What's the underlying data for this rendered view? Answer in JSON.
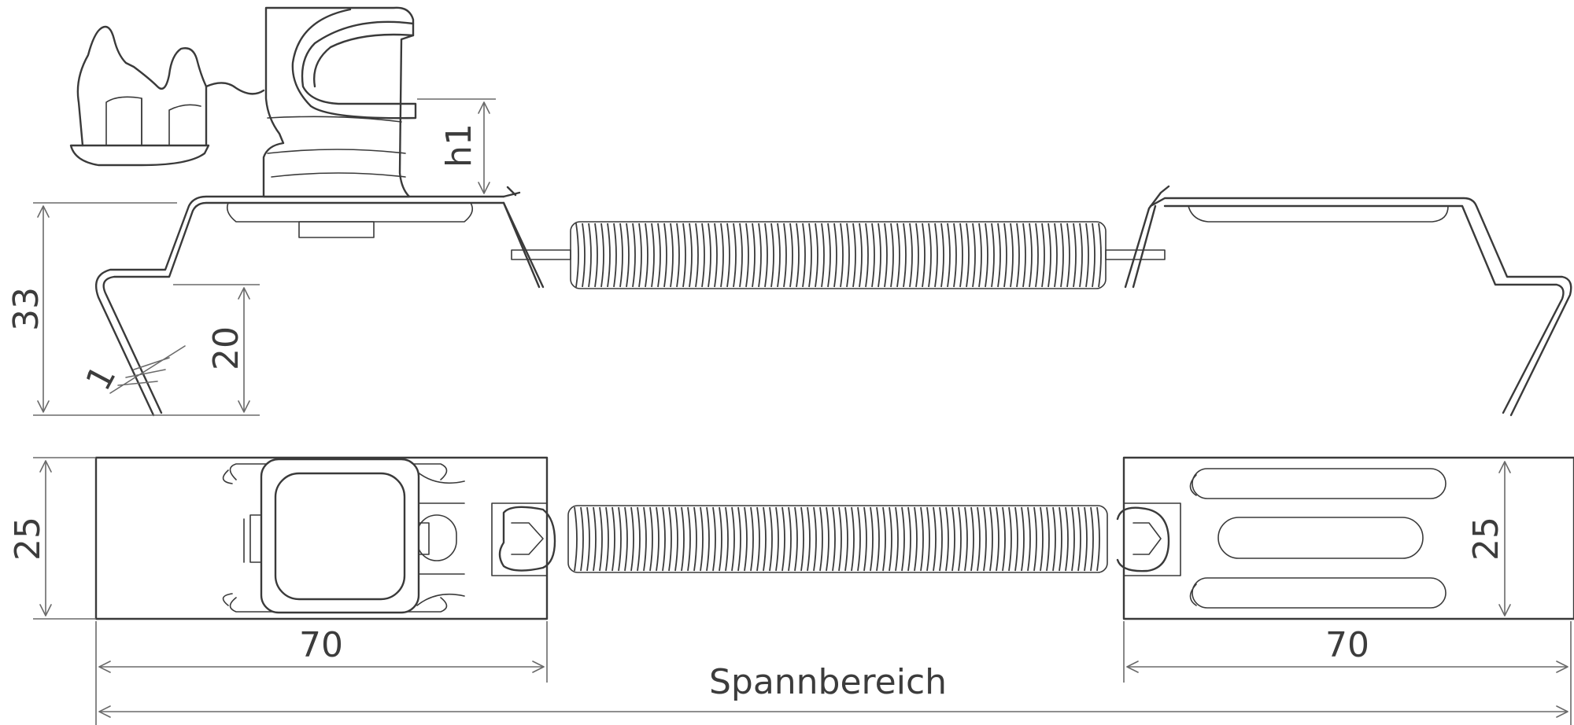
{
  "labels": {
    "height_total": "33",
    "height_foot": "20",
    "height_h1": "h1",
    "thickness": "1",
    "width_left": "25",
    "width_right": "25",
    "length_left": "70",
    "length_right": "70",
    "span": "Spannbereich"
  }
}
